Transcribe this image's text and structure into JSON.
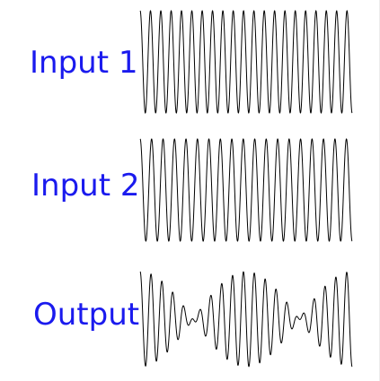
{
  "signals": [
    {
      "label": "Input 1",
      "kind": "sine",
      "cycles": 20.5
    },
    {
      "label": "Input 2",
      "kind": "sine",
      "cycles": 18.5
    },
    {
      "label": "Output",
      "kind": "sum",
      "description_components": [
        "Input 1",
        "Input 2"
      ]
    }
  ],
  "colors": {
    "label": "#1a1aee",
    "waveform": "#000000",
    "background": "#ffffff"
  }
}
